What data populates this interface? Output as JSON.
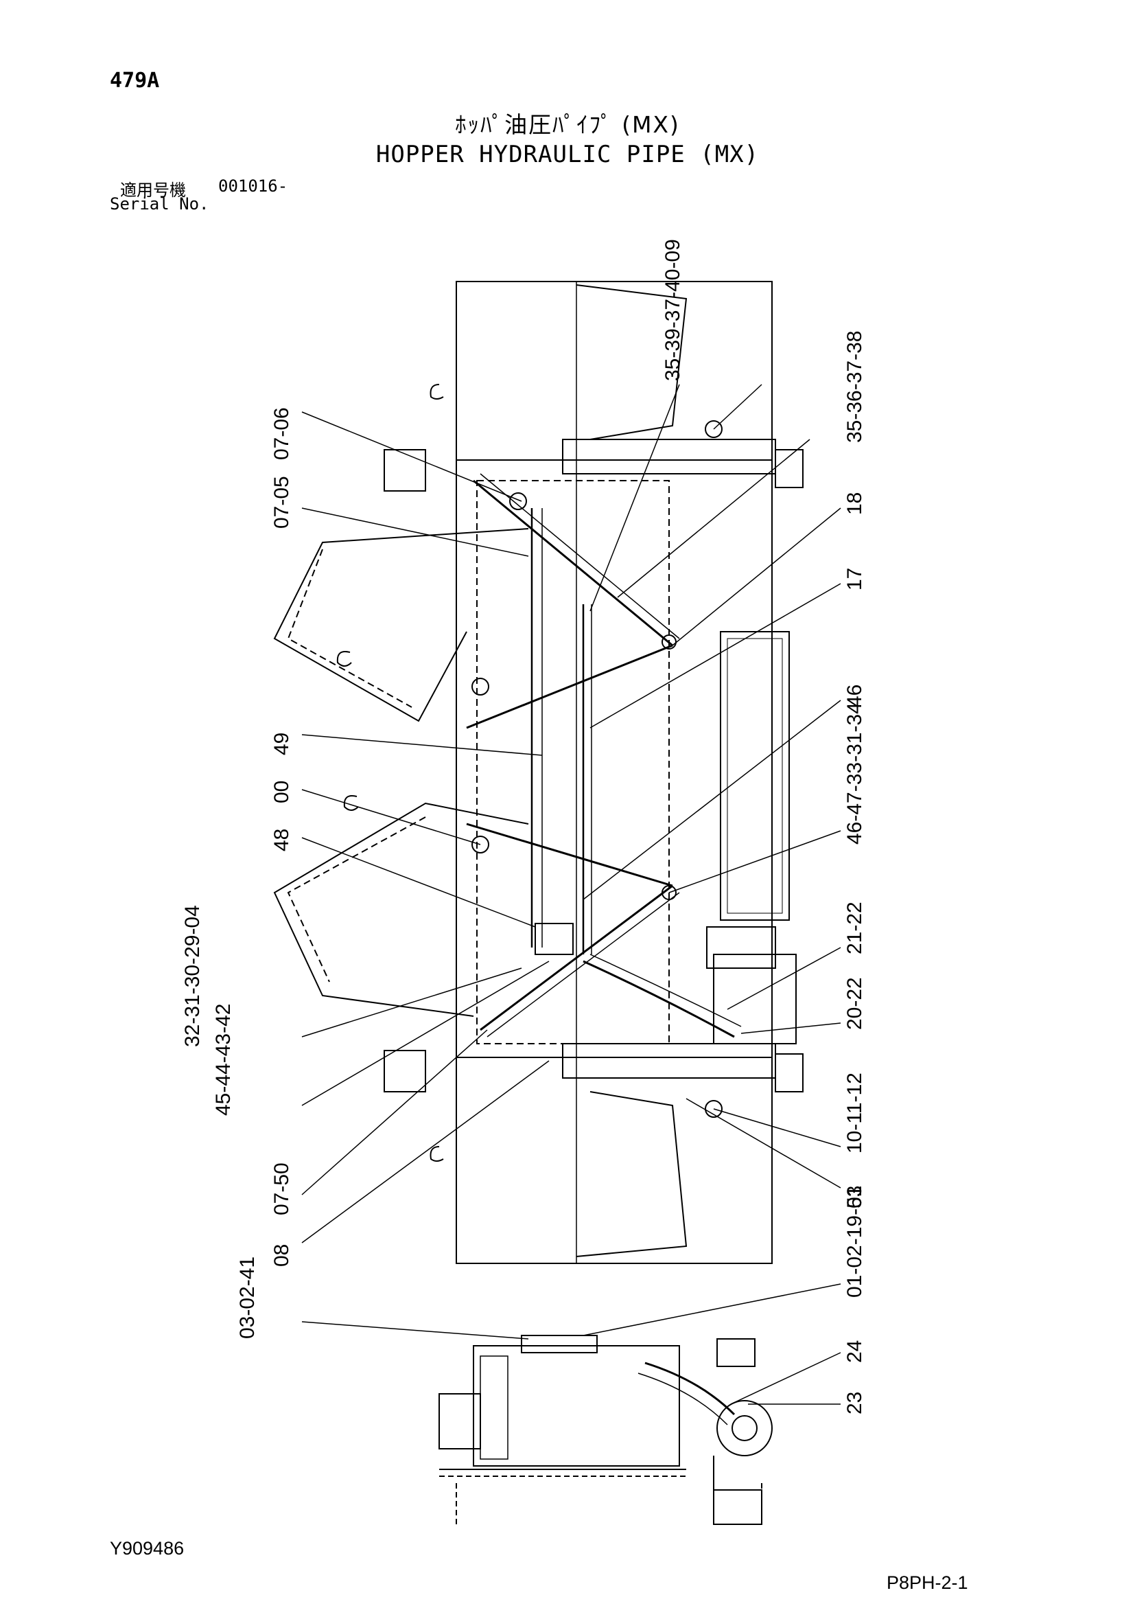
{
  "header": {
    "page_number": "479A",
    "title_jp": "ﾎｯﾊﾟ油圧ﾊﾟｲﾌﾟ (MX)",
    "title_en": "HOPPER HYDRAULIC PIPE (MX)",
    "serial_label_jp": "適用号機",
    "serial_value": "001016-",
    "serial_label_en": "Serial No."
  },
  "footer": {
    "drawing_id": "Y909486",
    "page_ref": "P8PH-2-1"
  },
  "callouts": [
    {
      "id": "c-35-39-37-40-09",
      "label": "35-39-37-40-09"
    },
    {
      "id": "c-35-36-37-38",
      "label": "35-36-37-38"
    },
    {
      "id": "c-07-06",
      "label": "07-06"
    },
    {
      "id": "c-07-05",
      "label": "07-05"
    },
    {
      "id": "c-18",
      "label": "18"
    },
    {
      "id": "c-17",
      "label": "17"
    },
    {
      "id": "c-46a",
      "label": "46"
    },
    {
      "id": "c-49",
      "label": "49"
    },
    {
      "id": "c-00",
      "label": "00"
    },
    {
      "id": "c-48",
      "label": "48"
    },
    {
      "id": "c-46-47-33-31-34",
      "label": "46-47-33-31-34"
    },
    {
      "id": "c-21-22",
      "label": "21-22"
    },
    {
      "id": "c-20-22",
      "label": "20-22"
    },
    {
      "id": "c-32-31-30-29-04",
      "label": "32-31-30-29-04"
    },
    {
      "id": "c-45-44-43-42",
      "label": "45-44-43-42"
    },
    {
      "id": "c-10-11-12",
      "label": "10-11-12"
    },
    {
      "id": "c-51",
      "label": "51"
    },
    {
      "id": "c-07-50",
      "label": "07-50"
    },
    {
      "id": "c-08",
      "label": "08"
    },
    {
      "id": "c-01-02-19-03",
      "label": "01-02-19-03"
    },
    {
      "id": "c-03-02-41",
      "label": "03-02-41"
    },
    {
      "id": "c-24",
      "label": "24"
    },
    {
      "id": "c-23",
      "label": "23"
    }
  ]
}
